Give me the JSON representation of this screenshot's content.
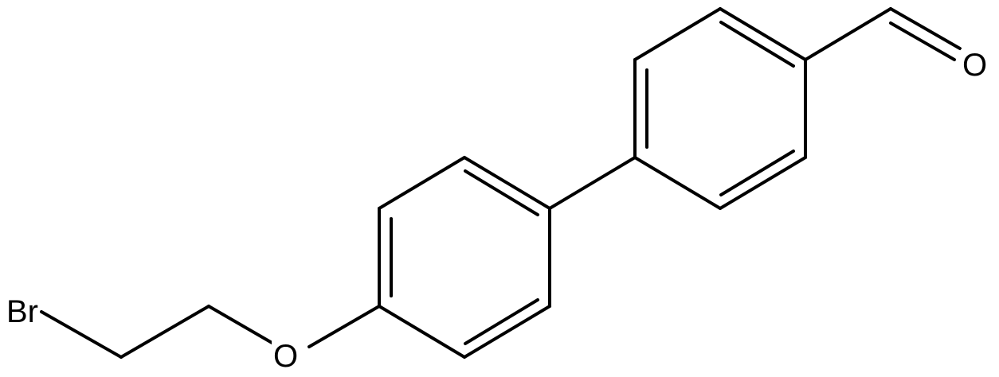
{
  "molecule": {
    "atoms": {
      "br": "Br",
      "o_ether": "O",
      "o_aldehyde": "O"
    }
  },
  "colors": {
    "bond": "#000000",
    "background": "#ffffff"
  }
}
